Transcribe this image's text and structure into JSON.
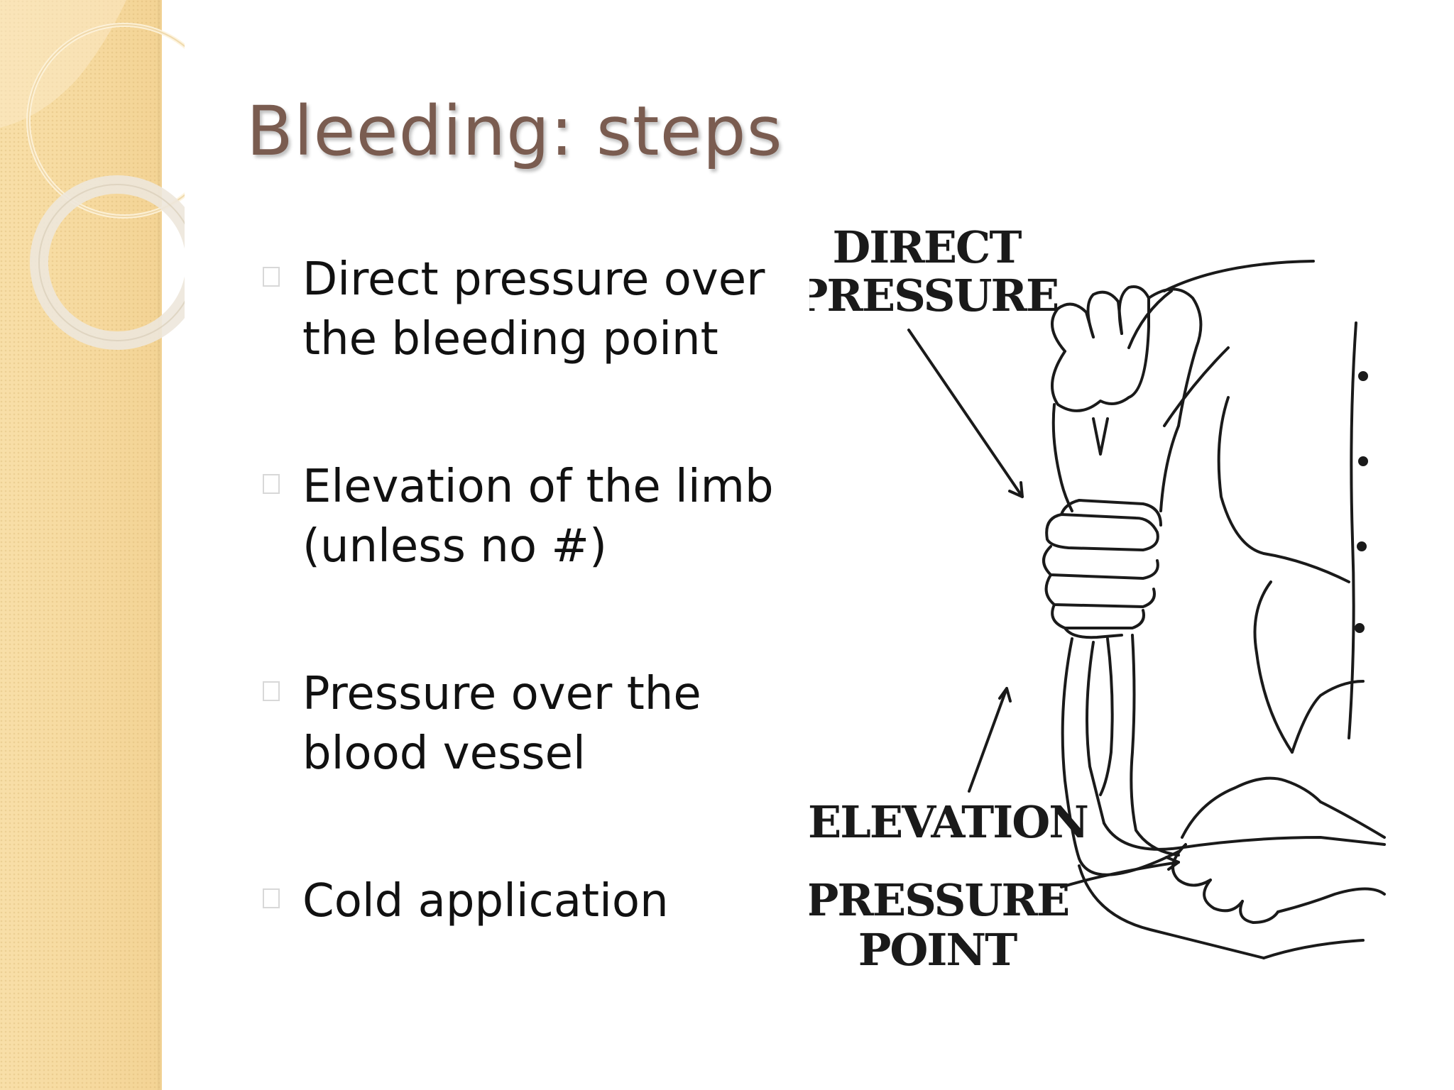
{
  "slide": {
    "title": "Bleeding: steps",
    "bullets": [
      {
        "line1": "Direct pressure over",
        "line2": "the bleeding point"
      },
      {
        "line1": "Elevation of the limb",
        "line2": "(unless no #)"
      },
      {
        "line1": "Pressure over the",
        "line2": "blood vessel"
      },
      {
        "line1": "Cold application",
        "line2": ""
      }
    ]
  },
  "illustration": {
    "labels": {
      "direct_1": "DIRECT",
      "direct_2": "PRESSURE",
      "elevation": "ELEVATION",
      "point_1": "PRESSURE",
      "point_2": "POINT"
    }
  },
  "colors": {
    "title": "#7a5c50",
    "side_strip": "#f7dca4",
    "text": "#111111"
  }
}
